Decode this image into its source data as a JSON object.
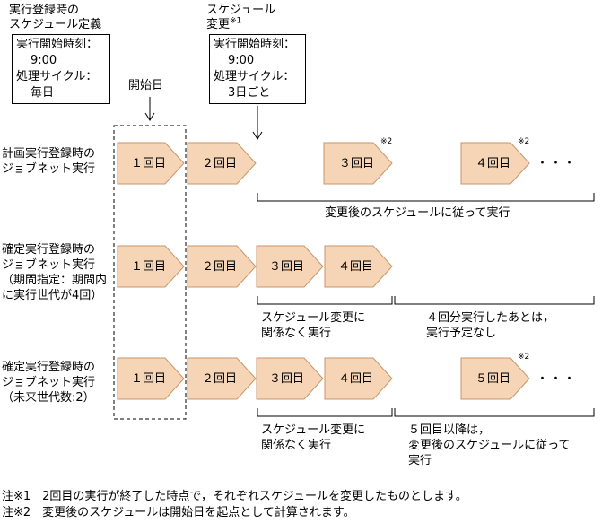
{
  "def": {
    "title_line1": "実行登録時の",
    "title_line2": "スケジュール定義",
    "box_line1": "実行開始時刻：",
    "box_line2": "9:00",
    "box_line3": "処理サイクル：",
    "box_line4": "毎日"
  },
  "change": {
    "title_line1": "スケジュール",
    "title_line2": "変更",
    "note_mark": "※1",
    "box_line1": "実行開始時刻：",
    "box_line2": "9:00",
    "box_line3": "処理サイクル：",
    "box_line4": "3日ごと"
  },
  "start_day": "開始日",
  "rows": [
    {
      "label_lines": [
        "計画実行登録時の",
        "ジョブネット実行"
      ],
      "runs": [
        "１回目",
        "２回目",
        "３回目",
        "４回目"
      ],
      "ellipsis": "・・・",
      "mark": "※2",
      "caption": "変更後のスケジュールに従って実行"
    },
    {
      "label_lines": [
        "確定実行登録時の",
        "ジョブネット実行",
        "（期間指定：期間内",
        "に実行世代が4回）"
      ],
      "runs": [
        "１回目",
        "２回目",
        "３回目",
        "４回目"
      ],
      "caption_left": [
        "スケジュール変更に",
        "関係なく実行"
      ],
      "caption_right": [
        "４回分実行したあとは，",
        "実行予定なし"
      ]
    },
    {
      "label_lines": [
        "確定実行登録時の",
        "ジョブネット実行",
        "（未来世代数:2）"
      ],
      "runs": [
        "１回目",
        "２回目",
        "３回目",
        "４回目",
        "５回目"
      ],
      "ellipsis": "・・・",
      "mark": "※2",
      "caption_left": [
        "スケジュール変更に",
        "関係なく実行"
      ],
      "caption_right": [
        "５回目以降は，",
        "変更後のスケジュールに従って",
        "実行"
      ]
    }
  ],
  "notes": [
    "注※1　2回目の実行が終了した時点で，それぞれスケジュールを変更したものとします。",
    "注※2　変更後のスケジュールは開始日を起点として計算されます。"
  ],
  "colors": {
    "run_fill": "#f5d5b5",
    "run_stroke": "#c8956a"
  }
}
